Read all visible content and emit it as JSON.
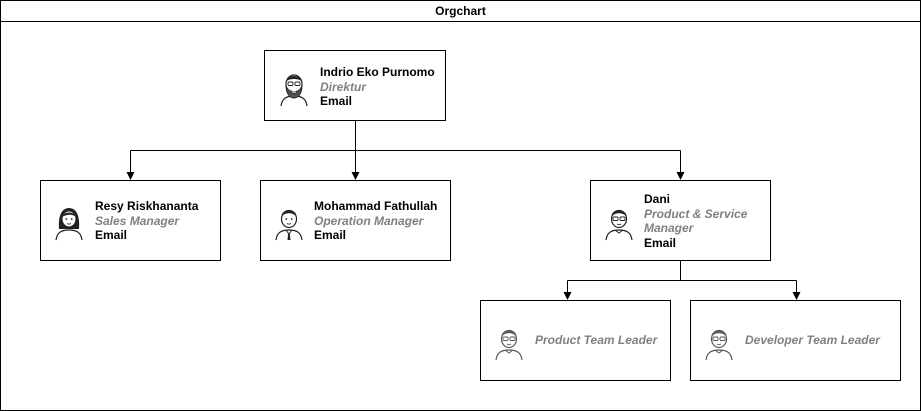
{
  "title": "Orgchart",
  "nodes": {
    "director": {
      "name": "Indrio Eko Purnomo",
      "role": "Direktur",
      "email": "Email",
      "avatar": "bearded-man-avatar-icon"
    },
    "sales": {
      "name": "Resy Riskhananta",
      "role": "Sales Manager",
      "email": "Email",
      "avatar": "woman-avatar-icon"
    },
    "operation": {
      "name": "Mohammad Fathullah",
      "role": "Operation Manager",
      "email": "Email",
      "avatar": "man-with-tie-avatar-icon"
    },
    "product": {
      "name": "Dani",
      "role_line1": "Product & Service",
      "role_line2": "Manager",
      "email": "Email",
      "avatar": "man-with-glasses-avatar-icon"
    },
    "product_tl": {
      "role": "Product Team Leader",
      "avatar": "man-with-glasses-avatar-icon"
    },
    "dev_tl": {
      "role": "Developer Team Leader",
      "avatar": "man-with-glasses-avatar-icon"
    }
  }
}
